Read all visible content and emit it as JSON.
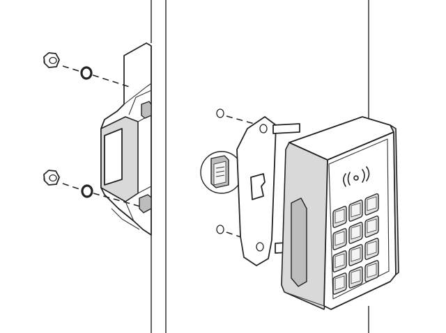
{
  "diagram": {
    "description_visible_text": "",
    "keypad": {
      "rows": 4,
      "cols": 3,
      "key_count": 12
    },
    "colors": {
      "line": "#222222",
      "background": "#ffffff",
      "shade": "#d9d9d9"
    },
    "icons": [
      "hex-nut-icon",
      "washer-icon",
      "rfid-wave-icon"
    ]
  }
}
